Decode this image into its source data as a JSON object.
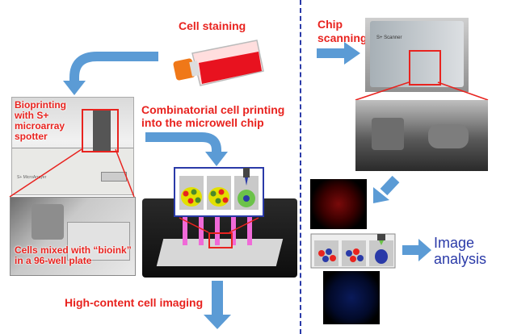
{
  "labels": {
    "cell_staining": "Cell staining",
    "chip_scanning": "Chip\nscanning",
    "bioprinting": "Bioprinting\nwith S+\nmicroarray\nspotter",
    "combinatorial": "Combinatorial cell printing\ninto the microwell chip",
    "cells_mixed": "Cells mixed with “bioink”\nin a 96-well plate",
    "high_content": "High-content cell imaging",
    "image_analysis": "Image\nanalysis",
    "scanner_brand": "S+ Scanner",
    "spotter_brand": "S+ MicroArrayer"
  },
  "colors": {
    "accent_red": "#e8231f",
    "arrow_blue": "#5b9bd5",
    "divider_blue": "#2a3aa8"
  }
}
